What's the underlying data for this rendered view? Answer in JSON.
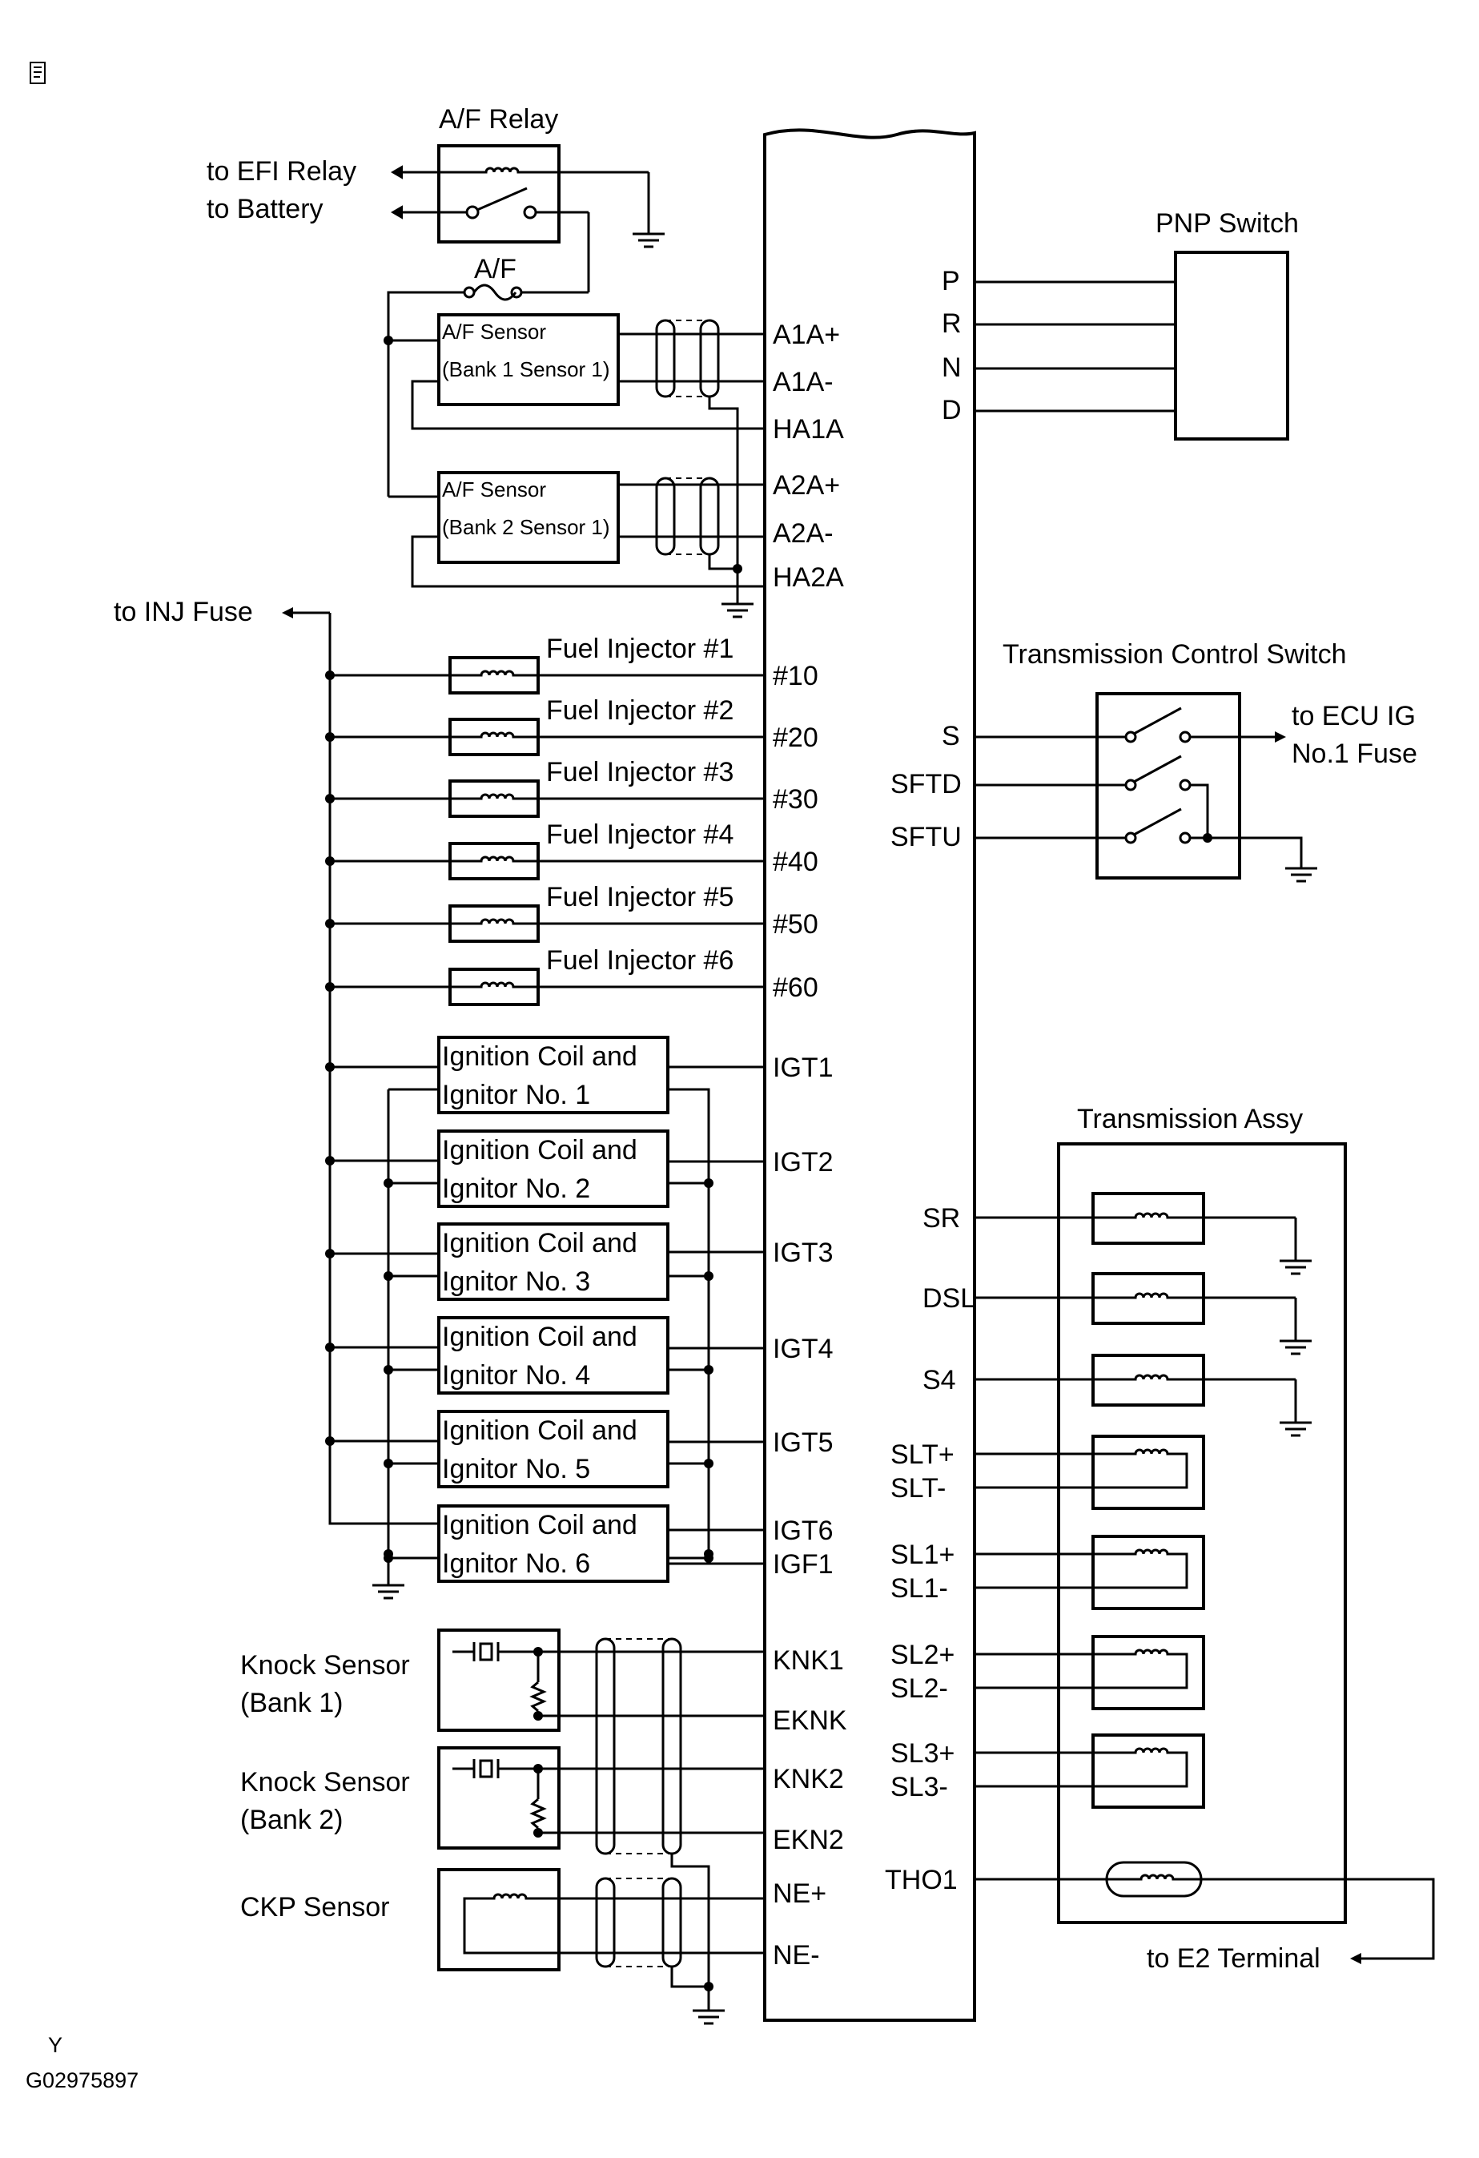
{
  "corner_icon": "document-icon",
  "footer": {
    "code_letter": "Y",
    "figure_id": "G02975897"
  },
  "af_relay": {
    "title": "A/F Relay",
    "to_efi": "to EFI Relay",
    "to_battery": "to Battery",
    "fuse": "A/F"
  },
  "af_sensor_1": {
    "line1": "A/F Sensor",
    "line2": "(Bank 1 Sensor 1)"
  },
  "af_sensor_2": {
    "line1": "A/F Sensor",
    "line2": "(Bank 2 Sensor 1)"
  },
  "inj_fuse": "to INJ Fuse",
  "injectors": [
    "Fuel Injector #1",
    "Fuel Injector #2",
    "Fuel Injector #3",
    "Fuel Injector #4",
    "Fuel Injector #5",
    "Fuel Injector #6"
  ],
  "ignition_coils": [
    {
      "line1": "Ignition Coil and",
      "line2": "Ignitor No. 1"
    },
    {
      "line1": "Ignition Coil and",
      "line2": "Ignitor No. 2"
    },
    {
      "line1": "Ignition Coil and",
      "line2": "Ignitor No. 3"
    },
    {
      "line1": "Ignition Coil and",
      "line2": "Ignitor No. 4"
    },
    {
      "line1": "Ignition Coil and",
      "line2": "Ignitor No. 5"
    },
    {
      "line1": "Ignition Coil and",
      "line2": "Ignitor No. 6"
    }
  ],
  "knock_sensor_1": {
    "line1": "Knock Sensor",
    "line2": "(Bank 1)"
  },
  "knock_sensor_2": {
    "line1": "Knock Sensor",
    "line2": "(Bank 2)"
  },
  "ckp_sensor": "CKP Sensor",
  "ecm_left_pins": [
    "A1A+",
    "A1A-",
    "HA1A",
    "A2A+",
    "A2A-",
    "HA2A",
    "#10",
    "#20",
    "#30",
    "#40",
    "#50",
    "#60",
    "IGT1",
    "IGT2",
    "IGT3",
    "IGT4",
    "IGT5",
    "IGT6",
    "IGF1",
    "KNK1",
    "EKNK",
    "KNK2",
    "EKN2",
    "NE+",
    "NE-"
  ],
  "pnp_switch": {
    "title": "PNP Switch",
    "pins": [
      "P",
      "R",
      "N",
      "D"
    ]
  },
  "transmission_control_switch": {
    "title": "Transmission Control Switch",
    "pins": [
      "S",
      "SFTD",
      "SFTU"
    ],
    "to_ecu_1": "to ECU IG",
    "to_ecu_2": "No.1 Fuse"
  },
  "transmission_assy": {
    "title": "Transmission Assy",
    "pins": [
      "SR",
      "DSL",
      "S4",
      "SLT+",
      "SLT-",
      "SL1+",
      "SL1-",
      "SL2+",
      "SL2-",
      "SL3+",
      "SL3-",
      "THO1"
    ],
    "to_e2": "to E2 Terminal"
  }
}
